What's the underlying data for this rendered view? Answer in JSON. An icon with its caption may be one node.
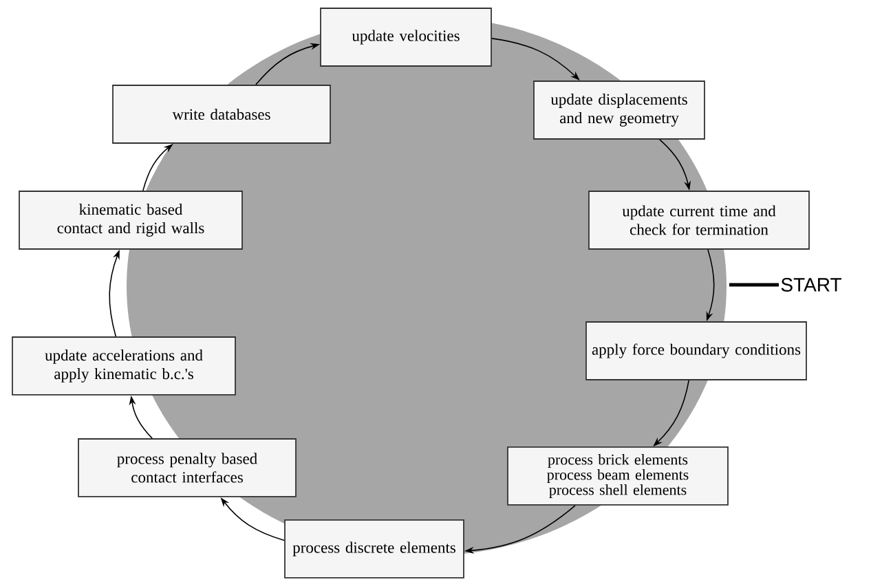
{
  "diagram": {
    "nodes": [
      {
        "text": [
          "update velocities"
        ]
      },
      {
        "text": [
          "update displacements and new geometry"
        ]
      },
      {
        "text": [
          "update current time and check for termination"
        ]
      },
      {
        "text": [
          "apply force boundary conditions"
        ]
      },
      {
        "text": [
          "process brick elements",
          "process beam elements",
          "process shell elements"
        ]
      },
      {
        "text": [
          "process discrete elements"
        ]
      },
      {
        "text": [
          "process penalty based contact interfaces"
        ]
      },
      {
        "text": [
          "update accelerations and apply kinematic b.c.'s"
        ]
      },
      {
        "text": [
          "kinematic based contact and rigid walls"
        ]
      },
      {
        "text": [
          "write databases"
        ]
      },
      {
        "text": [
          "START"
        ]
      }
    ],
    "edges": [
      {
        "from": 0,
        "to": 1,
        "arrow": "to"
      },
      {
        "from": 1,
        "to": 2,
        "arrow": "to"
      },
      {
        "from": 2,
        "to": 3,
        "arrow": "to"
      },
      {
        "from": 3,
        "to": 4,
        "arrow": "to"
      },
      {
        "from": 4,
        "to": 5,
        "arrow": "to"
      },
      {
        "from": 5,
        "to": 6,
        "arrow": "to"
      },
      {
        "from": 6,
        "to": 7,
        "arrow": "to"
      },
      {
        "from": 7,
        "to": 8,
        "arrow": "to"
      },
      {
        "from": 8,
        "to": 9,
        "arrow": "to"
      },
      {
        "from": 9,
        "to": 0,
        "arrow": "to"
      },
      {
        "from": 10,
        "to": null,
        "arrow": "none",
        "style": "thick"
      }
    ]
  }
}
